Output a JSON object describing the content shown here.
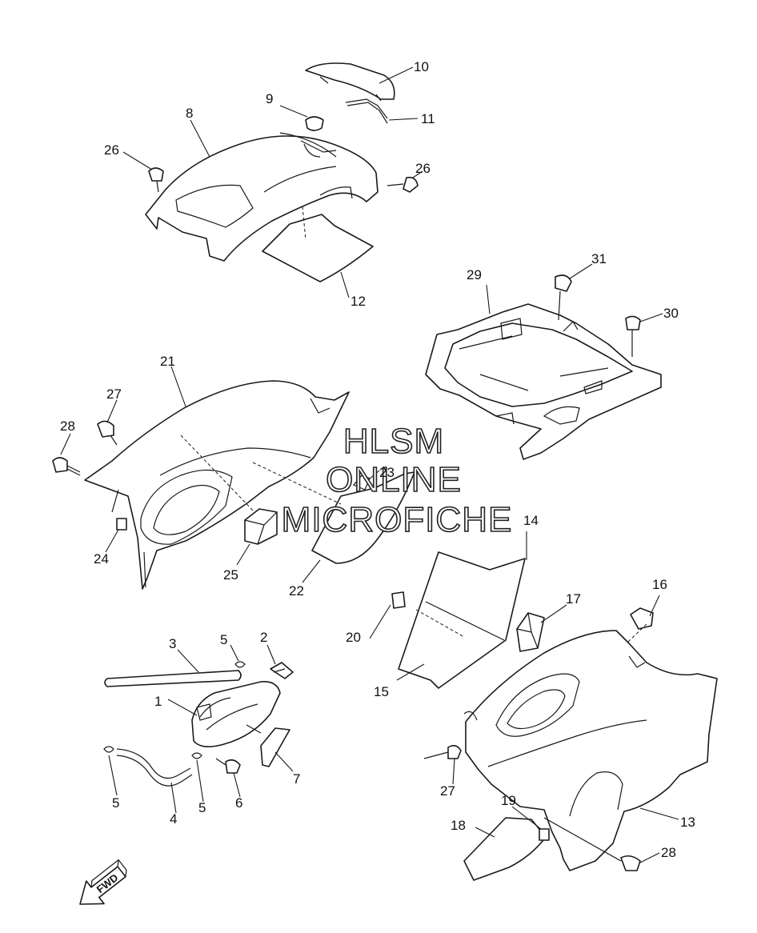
{
  "callouts": {
    "c1": "1",
    "c2": "2",
    "c3": "3",
    "c4": "4",
    "c5a": "5",
    "c5b": "5",
    "c5c": "5",
    "c6": "6",
    "c7": "7",
    "c8": "8",
    "c9": "9",
    "c10": "10",
    "c11": "11",
    "c12": "12",
    "c13": "13",
    "c14": "14",
    "c15": "15",
    "c16": "16",
    "c17": "17",
    "c18": "18",
    "c19": "19",
    "c20": "20",
    "c21": "21",
    "c22": "22",
    "c23": "23",
    "c24": "24",
    "c25": "25",
    "c26a": "26",
    "c26b": "26",
    "c27a": "27",
    "c27b": "27",
    "c28a": "28",
    "c28b": "28",
    "c29": "29",
    "c30": "30",
    "c31": "31"
  },
  "watermark": {
    "line1": "HLSM",
    "line2": "ONLINE",
    "line3": "MICROFICHE"
  },
  "direction_arrow": {
    "label": "FWD",
    "icon": "fwd-arrow-icon"
  }
}
